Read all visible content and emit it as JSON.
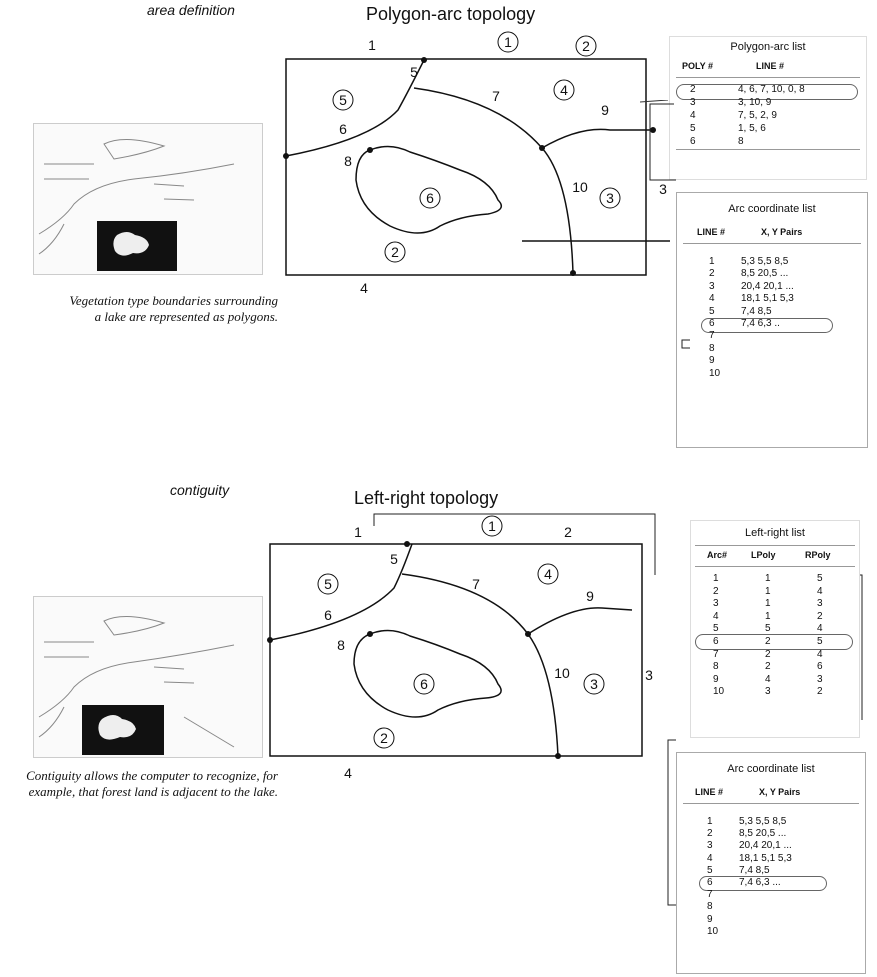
{
  "top": {
    "section_label": "area definition",
    "title": "Polygon-arc topology",
    "caption": "Vegetation type boundaries surrounding a lake are represented as polygons.",
    "arc_labels": [
      "1",
      "5",
      "7",
      "9",
      "6",
      "8",
      "10",
      "3",
      "4"
    ],
    "poly_labels": [
      "1",
      "2",
      "5",
      "4",
      "6",
      "3",
      "2"
    ],
    "polygon_arc_list": {
      "title": "Polygon-arc list",
      "col1": "POLY #",
      "col2": "LINE #",
      "rows": [
        [
          "2",
          "4, 6, 7, 10, 0, 8"
        ],
        [
          "3",
          "3, 10, 9"
        ],
        [
          "4",
          "7, 5, 2, 9"
        ],
        [
          "5",
          "1, 5, 6"
        ],
        [
          "6",
          "8"
        ]
      ]
    },
    "arc_coord_list": {
      "title": "Arc coordinate list",
      "col1": "LINE #",
      "col2": "X, Y Pairs",
      "rows": [
        [
          "1",
          "5,3  5,5  8,5"
        ],
        [
          "2",
          "8,5  20,5 ..."
        ],
        [
          "3",
          "20,4  20,1 ..."
        ],
        [
          "4",
          "18,1  5,1  5,3"
        ],
        [
          "5",
          "7,4  8,5"
        ],
        [
          "6",
          "7,4  6,3 .."
        ],
        [
          "7",
          ""
        ],
        [
          "8",
          ""
        ],
        [
          "9",
          ""
        ],
        [
          "10",
          ""
        ]
      ]
    }
  },
  "bottom": {
    "section_label": "contiguity",
    "title": "Left-right topology",
    "caption": "Contiguity allows the computer to recognize, for example, that forest land is adjacent to the lake.",
    "arc_labels": [
      "1",
      "2",
      "5",
      "7",
      "9",
      "6",
      "8",
      "10",
      "3",
      "4"
    ],
    "poly_labels": [
      "1",
      "5",
      "4",
      "6",
      "3",
      "2"
    ],
    "left_right_list": {
      "title": "Left-right list",
      "col1": "Arc#",
      "col2": "LPoly",
      "col3": "RPoly",
      "rows": [
        [
          "1",
          "1",
          "5"
        ],
        [
          "2",
          "1",
          "4"
        ],
        [
          "3",
          "1",
          "3"
        ],
        [
          "4",
          "1",
          "2"
        ],
        [
          "5",
          "5",
          "4"
        ],
        [
          "6",
          "2",
          "5"
        ],
        [
          "7",
          "2",
          "4"
        ],
        [
          "8",
          "2",
          "6"
        ],
        [
          "9",
          "4",
          "3"
        ],
        [
          "10",
          "3",
          "2"
        ]
      ]
    },
    "arc_coord_list": {
      "title": "Arc coordinate list",
      "col1": "LINE #",
      "col2": "X, Y Pairs",
      "rows": [
        [
          "1",
          "5,3  5,5  8,5"
        ],
        [
          "2",
          "8,5  20,5 ..."
        ],
        [
          "3",
          "20,4  20,1 ..."
        ],
        [
          "4",
          "18,1  5,1  5,3"
        ],
        [
          "5",
          "7,4  8,5"
        ],
        [
          "6",
          "7,4  6,3 ..."
        ],
        [
          "7",
          ""
        ],
        [
          "8",
          ""
        ],
        [
          "9",
          ""
        ],
        [
          "10",
          ""
        ]
      ]
    }
  }
}
